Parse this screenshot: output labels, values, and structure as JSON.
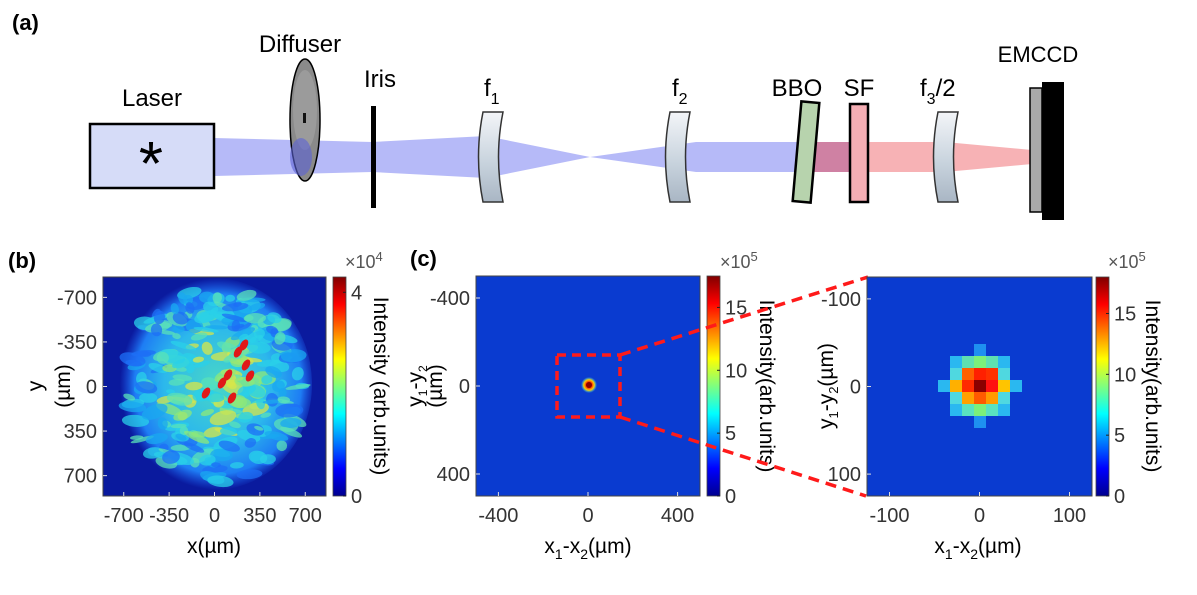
{
  "panels": {
    "a": "(a)",
    "b": "(b)",
    "c": "(c)"
  },
  "setup": {
    "laser": "Laser",
    "star": "*",
    "diffuser": "Diffuser",
    "iris": "Iris",
    "f1": {
      "base": "f",
      "sub": "1"
    },
    "f2": {
      "base": "f",
      "sub": "2"
    },
    "bbo": "BBO",
    "sf": "SF",
    "f3": {
      "base": "f",
      "sub": "3",
      "suffix": "/2"
    },
    "emccd": "EMCCD",
    "colors": {
      "pump": "#a9aef7",
      "sfg": "#f6a5a8",
      "laser_box": "#d6dcf8",
      "bbo": "#b7d3ad",
      "sf": "#f4aeb4",
      "lens": "#c9d4de"
    }
  },
  "chart_data": [
    {
      "type": "heatmap",
      "title": "",
      "description": "near-field speckle intensity",
      "xlabel": "x(µm)",
      "ylabel": [
        "y",
        "(µm)"
      ],
      "xticks": [
        "-700",
        "-350",
        "0",
        "350",
        "700"
      ],
      "yticks": [
        "-700",
        "-350",
        "0",
        "350",
        "700"
      ],
      "xlim": [
        -860,
        860
      ],
      "ylim": [
        -860,
        860
      ],
      "colorbar": {
        "label": "Intensity (arb.units)",
        "exponent": "×10",
        "exponent_power": "4",
        "ticks": [
          "0",
          "4"
        ],
        "range": [
          0,
          4.3
        ]
      }
    },
    {
      "type": "heatmap",
      "title": "",
      "description": "correlation peak",
      "xlabel": {
        "base": "x",
        "s1": "1",
        "mid": "-x",
        "s2": "2",
        "unit": "(µm)"
      },
      "ylabel": {
        "base": "y",
        "s1": "1",
        "mid": "-y",
        "s2": "2",
        "unit": "(µm)"
      },
      "xticks": [
        "-400",
        "0",
        "400"
      ],
      "yticks": [
        "-400",
        "0",
        "400"
      ],
      "xlim": [
        -500,
        500
      ],
      "ylim": [
        -500,
        500
      ],
      "colorbar": {
        "label": "Intensity(arb.units)",
        "exponent": "×10",
        "exponent_power": "5",
        "ticks": [
          "0",
          "5",
          "10",
          "15"
        ],
        "range": [
          0,
          17.5
        ]
      }
    },
    {
      "type": "heatmap",
      "title": "",
      "description": "zoom of correlation peak",
      "xlabel": {
        "base": "x",
        "s1": "1",
        "mid": "-x",
        "s2": "2",
        "unit": "(µm)"
      },
      "ylabel": {
        "base": "y",
        "s1": "1",
        "mid": "-y",
        "s2": "2",
        "unit": "(µm)"
      },
      "xticks": [
        "-100",
        "0",
        "100"
      ],
      "yticks": [
        "-100",
        "0",
        "100"
      ],
      "xlim": [
        -125,
        125
      ],
      "ylim": [
        -125,
        125
      ],
      "colorbar": {
        "label": "Intensity(arb.units)",
        "exponent": "×10",
        "exponent_power": "5",
        "ticks": [
          "0",
          "5",
          "10",
          "15"
        ],
        "range": [
          0,
          18
        ]
      }
    }
  ]
}
